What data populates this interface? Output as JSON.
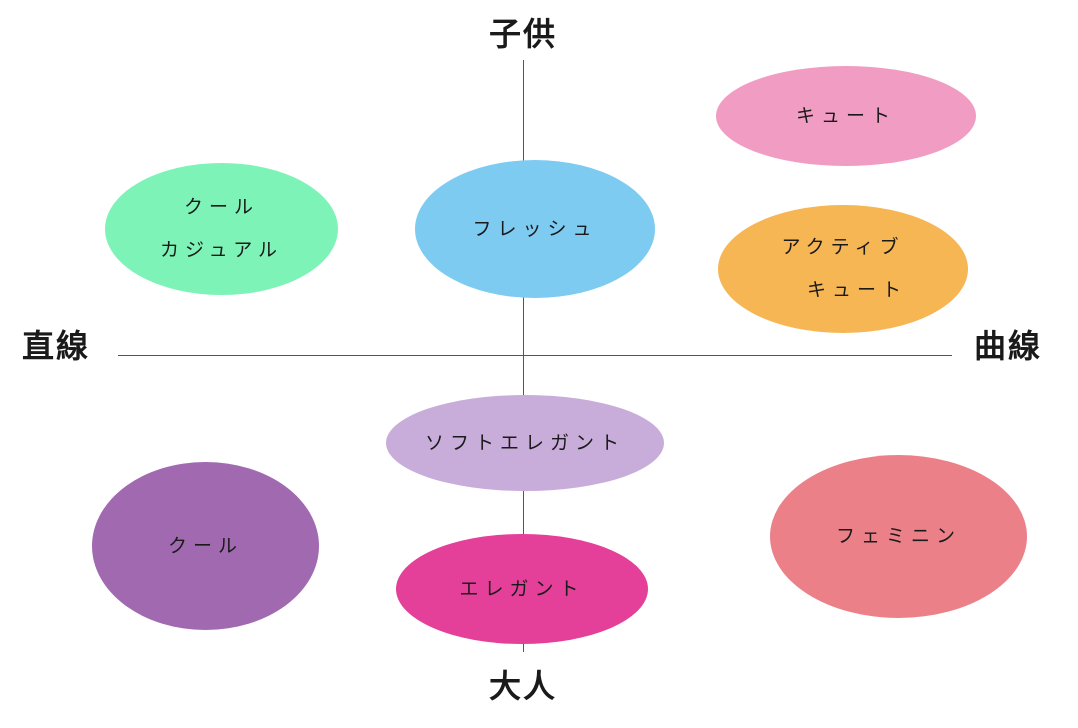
{
  "axes": {
    "top": "子供",
    "bottom": "大人",
    "left": "直線",
    "right": "曲線"
  },
  "bubbles": {
    "cute": {
      "lines": [
        "キュート"
      ],
      "color": "#F19CC3"
    },
    "cool_casual": {
      "lines": [
        "クール",
        "カジュアル"
      ],
      "color": "#7EF3B8"
    },
    "fresh": {
      "lines": [
        "フレッシュ"
      ],
      "color": "#7ECBF2"
    },
    "active_cute": {
      "lines": [
        "アクティブ",
        "キュート"
      ],
      "color": "#F6B653"
    },
    "soft_elegant": {
      "lines": [
        "ソフトエレガント"
      ],
      "color": "#C8ADDA"
    },
    "cool": {
      "lines": [
        "クール"
      ],
      "color": "#A169B0"
    },
    "elegant": {
      "lines": [
        "エレガント"
      ],
      "color": "#E43F99"
    },
    "feminine": {
      "lines": [
        "フェミニン"
      ],
      "color": "#EC8089"
    }
  }
}
